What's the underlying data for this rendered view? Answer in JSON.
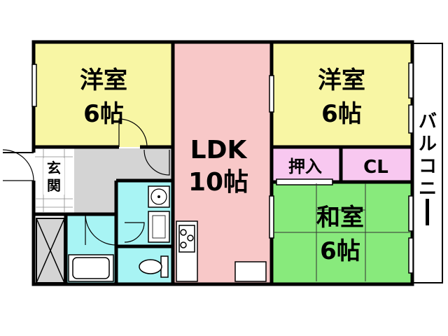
{
  "rooms": {
    "western_left": {
      "name": "洋室",
      "size": "6帖",
      "color": "#f8f6a4"
    },
    "ldk": {
      "name": "LDK",
      "size": "10帖",
      "color": "#f8c8c8"
    },
    "western_right": {
      "name": "洋室",
      "size": "6帖",
      "color": "#f8f6a4"
    },
    "japanese": {
      "name": "和室",
      "size": "6帖",
      "color": "#88ea7c"
    },
    "oshiire": {
      "name": "押入",
      "color": "#f8c8f0"
    },
    "closet": {
      "name": "CL",
      "color": "#f8c8f0"
    },
    "genkan": {
      "name_top": "玄",
      "name_bottom": "関"
    },
    "balcony": {
      "chars": [
        "バ",
        "ル",
        "コ",
        "ニ",
        "ー"
      ]
    },
    "wet_area": {
      "color": "#a8f4f4"
    }
  },
  "colors": {
    "wall": "#000000",
    "floor_gray": "#d4d4d4",
    "white": "#ffffff"
  }
}
